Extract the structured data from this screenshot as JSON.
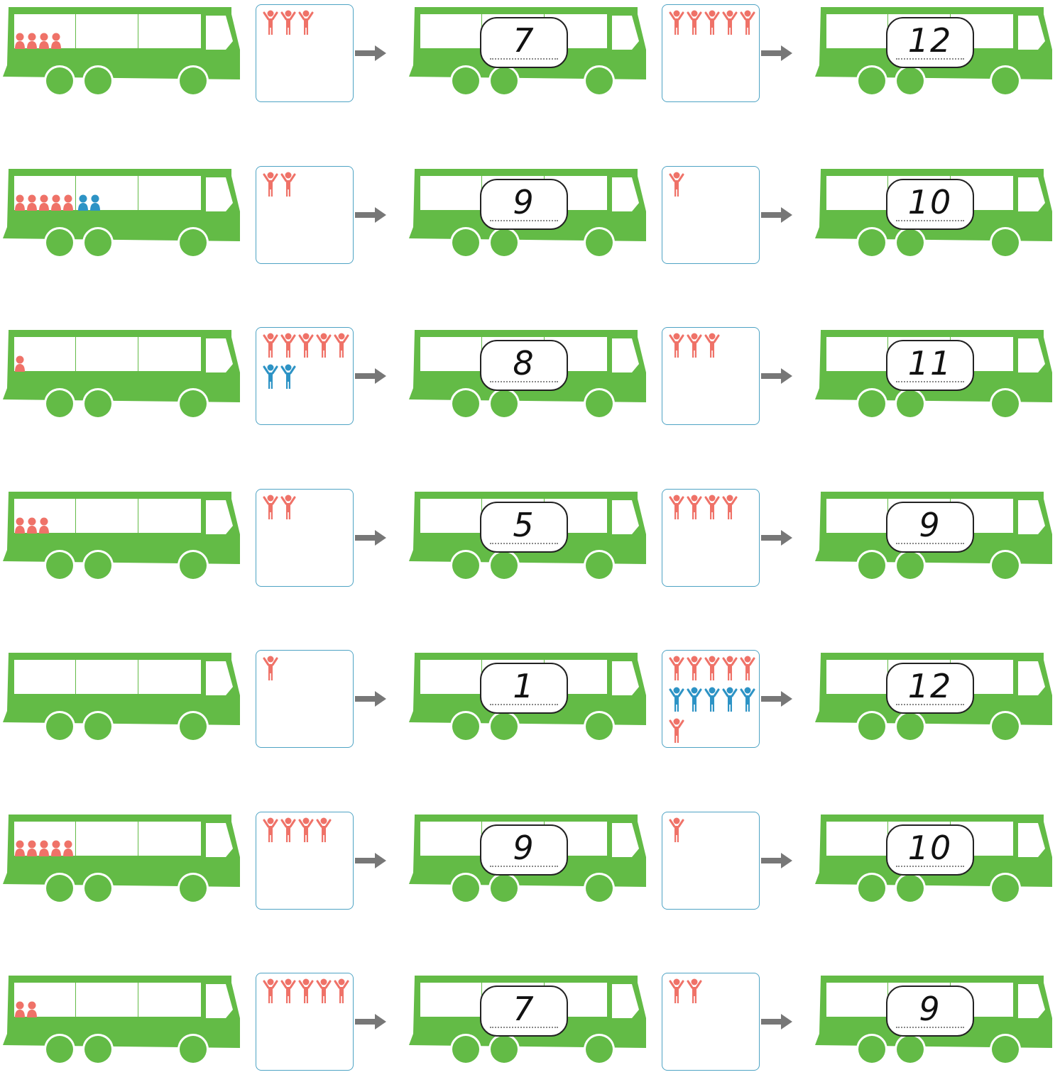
{
  "colors": {
    "bus": "#63bb46",
    "passenger_red": "#ef7268",
    "passenger_blue": "#2d93c5",
    "box_border": "#4ea3c4",
    "arrow": "#777777",
    "answer_text": "#111111"
  },
  "rows": [
    {
      "start_on_bus": {
        "red": 4,
        "blue": 0
      },
      "stop1_boarding": {
        "red": 3,
        "blue": 0
      },
      "after_stop1": "7",
      "stop2_boarding": {
        "red": 5,
        "blue": 0
      },
      "after_stop2": "12"
    },
    {
      "start_on_bus": {
        "red": 5,
        "blue": 2
      },
      "stop1_boarding": {
        "red": 2,
        "blue": 0
      },
      "after_stop1": "9",
      "stop2_boarding": {
        "red": 1,
        "blue": 0
      },
      "after_stop2": "10"
    },
    {
      "start_on_bus": {
        "red": 1,
        "blue": 0
      },
      "stop1_boarding": {
        "red": 5,
        "blue": 2
      },
      "after_stop1": "8",
      "stop2_boarding": {
        "red": 3,
        "blue": 0
      },
      "after_stop2": "11"
    },
    {
      "start_on_bus": {
        "red": 3,
        "blue": 0
      },
      "stop1_boarding": {
        "red": 2,
        "blue": 0
      },
      "after_stop1": "5",
      "stop2_boarding": {
        "red": 4,
        "blue": 0
      },
      "after_stop2": "9"
    },
    {
      "start_on_bus": {
        "red": 0,
        "blue": 0
      },
      "stop1_boarding": {
        "red": 1,
        "blue": 0
      },
      "after_stop1": "1",
      "stop2_boarding": {
        "red": 5,
        "blue": 5,
        "red_extra": 1
      },
      "after_stop2": "12"
    },
    {
      "start_on_bus": {
        "red": 5,
        "blue": 0
      },
      "stop1_boarding": {
        "red": 4,
        "blue": 0
      },
      "after_stop1": "9",
      "stop2_boarding": {
        "red": 1,
        "blue": 0
      },
      "after_stop2": "10"
    },
    {
      "start_on_bus": {
        "red": 2,
        "blue": 0
      },
      "stop1_boarding": {
        "red": 5,
        "blue": 0
      },
      "after_stop1": "7",
      "stop2_boarding": {
        "red": 2,
        "blue": 0
      },
      "after_stop2": "9"
    }
  ]
}
